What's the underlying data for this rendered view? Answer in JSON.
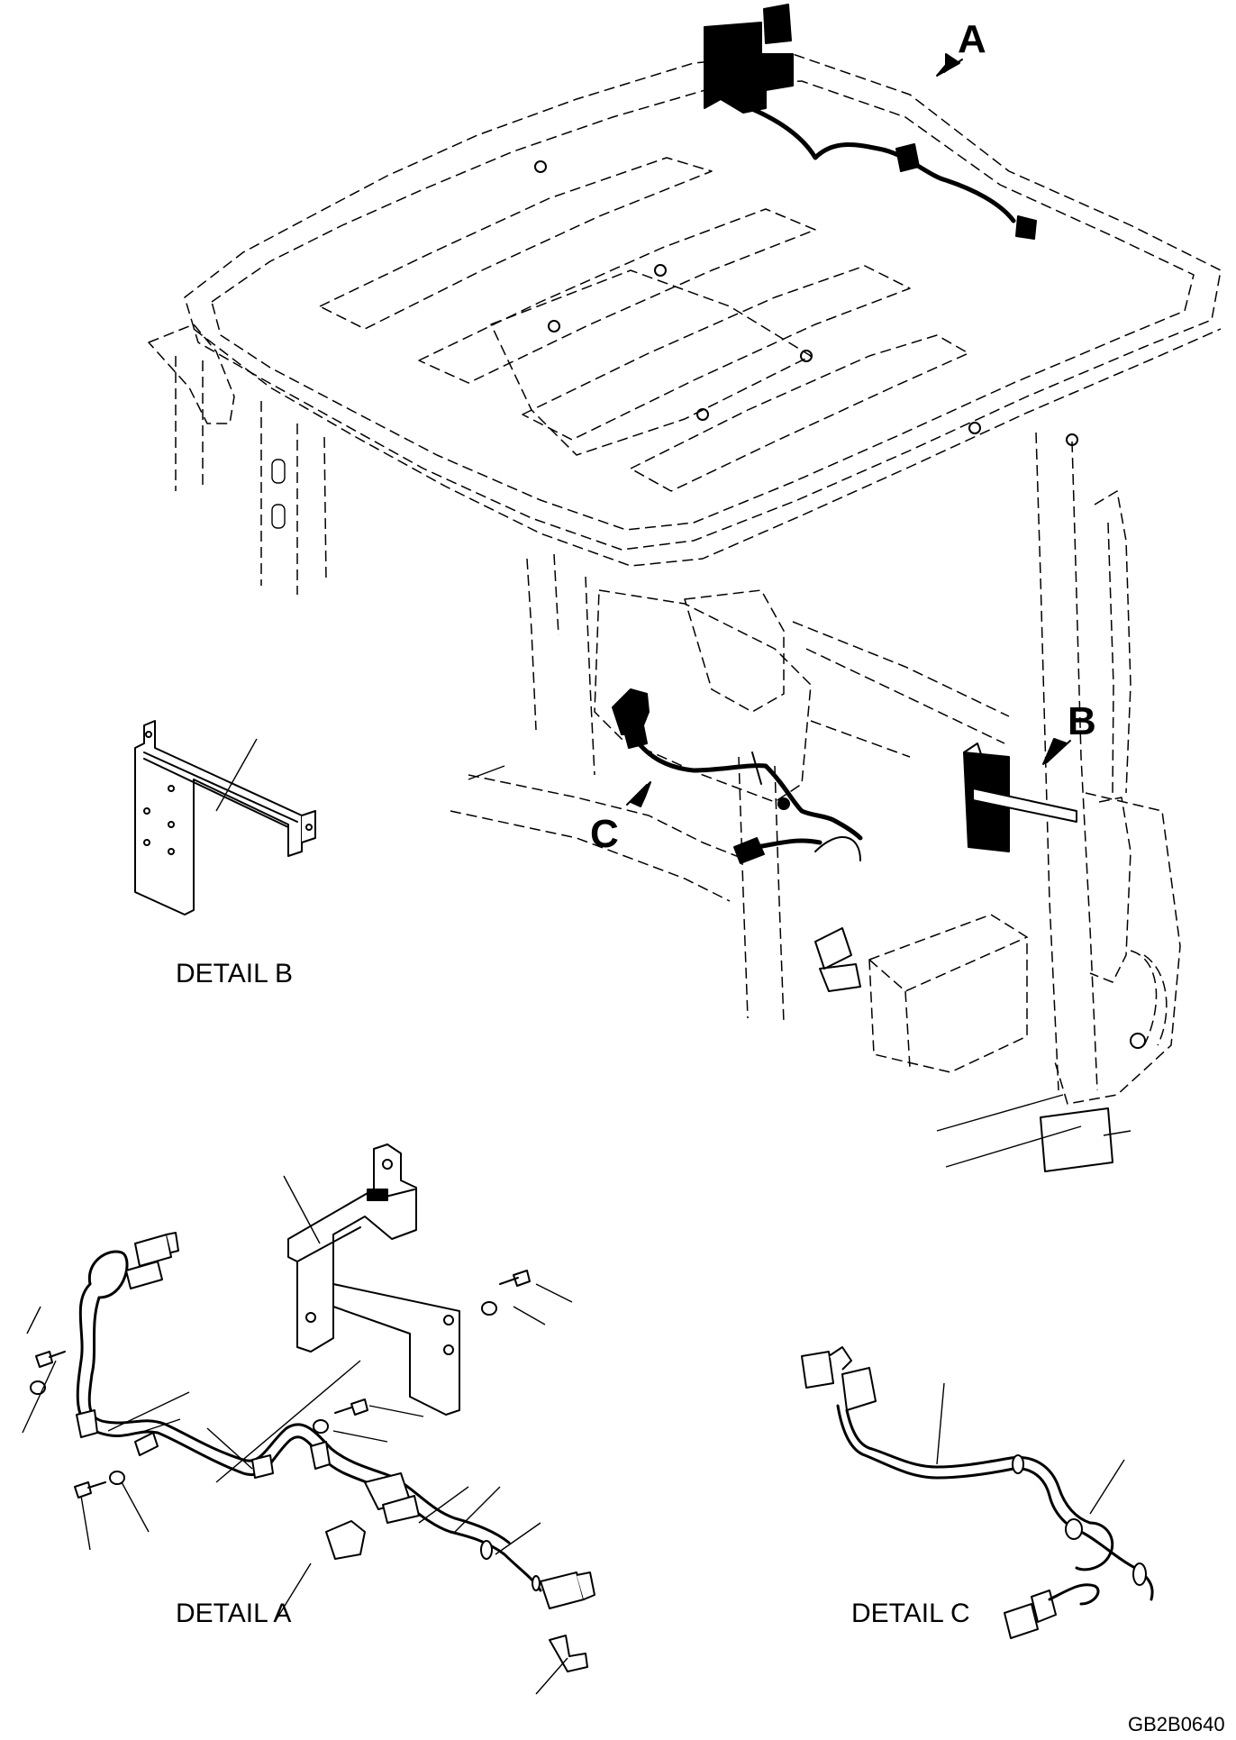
{
  "labels": {
    "callout_a": "A",
    "callout_b": "B",
    "callout_c": "C",
    "detail_a": "DETAIL A",
    "detail_b": "DETAIL B",
    "detail_c": "DETAIL C",
    "drawing_code": "GB2B0640"
  },
  "icons": {
    "arrow": "callout-arrow-icon",
    "connector": "connector-icon",
    "bolt": "bolt-icon",
    "washer": "washer-icon",
    "clip": "clip-icon"
  }
}
